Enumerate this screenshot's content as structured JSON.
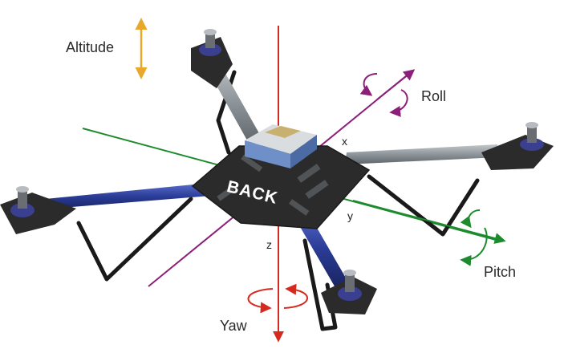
{
  "labels": {
    "altitude": "Altitude",
    "roll": "Roll",
    "pitch": "Pitch",
    "yaw": "Yaw",
    "x_axis": "x",
    "y_axis": "y",
    "z_axis": "z",
    "back": "BACK"
  },
  "colors": {
    "altitude_arrow": "#e8a92b",
    "roll_axis": "#8b1f79",
    "pitch_axis": "#1d8a2e",
    "yaw_axis": "#d42a20",
    "frame_plate": "#2b2b2b",
    "arm_blue": "#2a3c96",
    "arm_gray": "#8e959a"
  }
}
